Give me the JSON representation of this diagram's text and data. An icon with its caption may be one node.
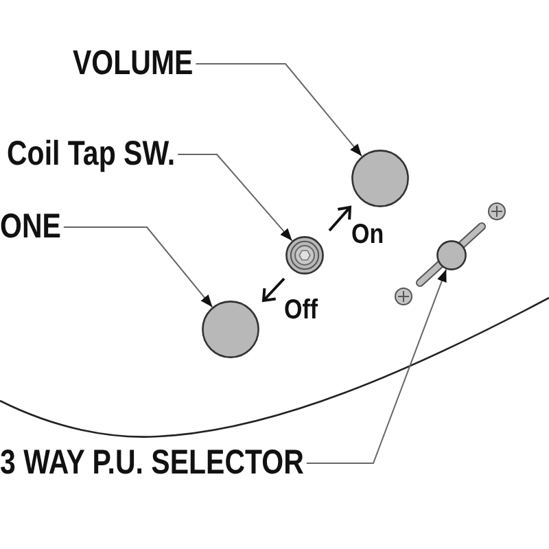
{
  "diagram": {
    "nodes": [
      {
        "text": [
          "VOLUME"
        ]
      },
      {
        "text": [],
        "shape": "circle"
      },
      {
        "text": [
          "Coil Tap SW."
        ]
      },
      {
        "text": [],
        "shape": "circle"
      },
      {
        "text": [
          "ONE"
        ]
      },
      {
        "text": [],
        "shape": "circle"
      },
      {
        "text": [
          "3 WAY P.U. SELECTOR"
        ]
      },
      {
        "text": [],
        "shape": "circle"
      }
    ],
    "edges": [
      {
        "from": 0,
        "to": 1,
        "arrow": "to"
      },
      {
        "from": 2,
        "to": 3,
        "arrow": "to"
      },
      {
        "from": 4,
        "to": 5,
        "arrow": "to"
      },
      {
        "from": 6,
        "to": 7,
        "arrow": "to"
      }
    ],
    "labels": [
      "On",
      "Off"
    ]
  }
}
